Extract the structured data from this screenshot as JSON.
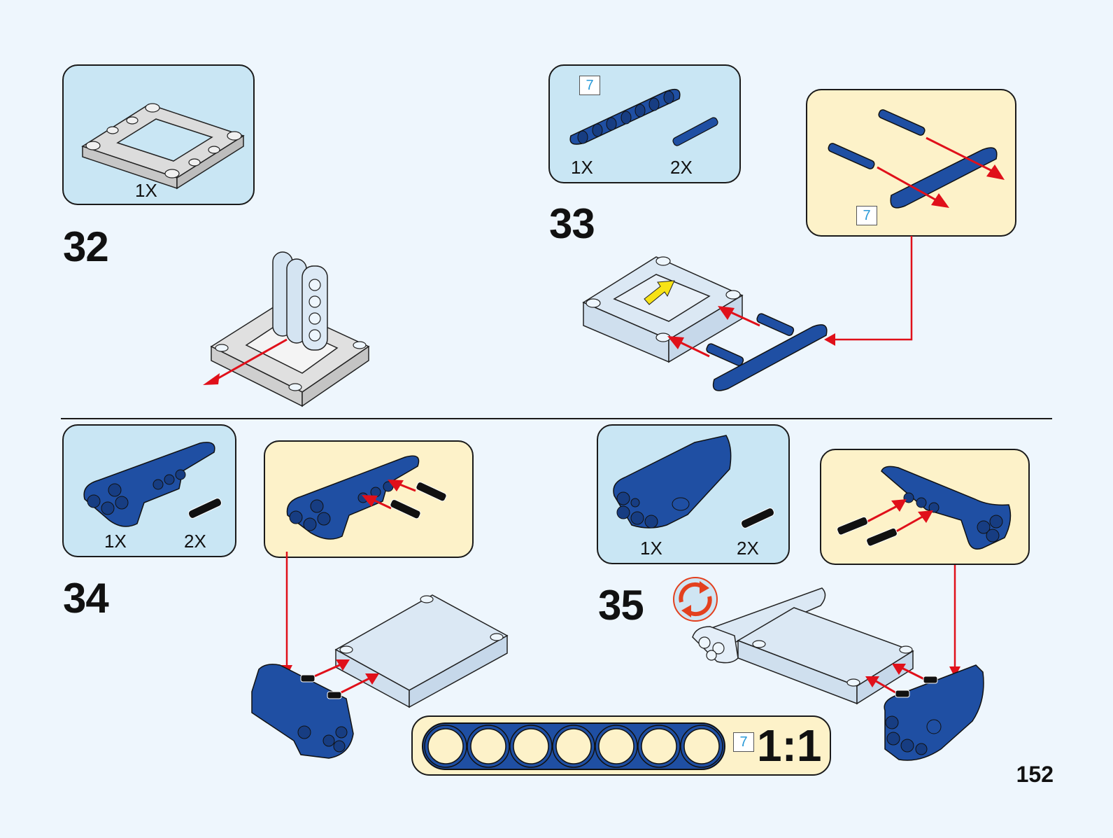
{
  "page": {
    "number": "152",
    "background": "#eef6fd",
    "colors": {
      "parts_box": "#c9e6f4",
      "subassembly_box": "#fdf2c9",
      "part_blue": "#1f4fa3",
      "arrow_red": "#e0101a",
      "hint_yellow": "#f7e216",
      "rotate_icon": "#e3401e",
      "length_badge_text": "#2a9ad8"
    }
  },
  "steps": [
    {
      "number": "32",
      "parts": [
        {
          "name": "5x7 open frame (light gray)",
          "qty": "1X"
        }
      ]
    },
    {
      "number": "33",
      "parts": [
        {
          "name": "Technic beam 7 (blue)",
          "qty": "1X",
          "length_badge": "7"
        },
        {
          "name": "Long pin with friction (blue)",
          "qty": "2X"
        }
      ],
      "subassembly": {
        "length_badge": "7"
      }
    },
    {
      "number": "34",
      "parts": [
        {
          "name": "Panel fairing (blue)",
          "qty": "1X"
        },
        {
          "name": "Pin with friction (black)",
          "qty": "2X"
        }
      ]
    },
    {
      "number": "35",
      "parts": [
        {
          "name": "Panel fairing (blue)",
          "qty": "1X"
        },
        {
          "name": "Pin with friction (black)",
          "qty": "2X"
        }
      ],
      "icons": [
        "rotate-model-icon"
      ]
    }
  ],
  "scale_reference": {
    "length_badge": "7",
    "holes": 7,
    "ratio": "1:1"
  }
}
